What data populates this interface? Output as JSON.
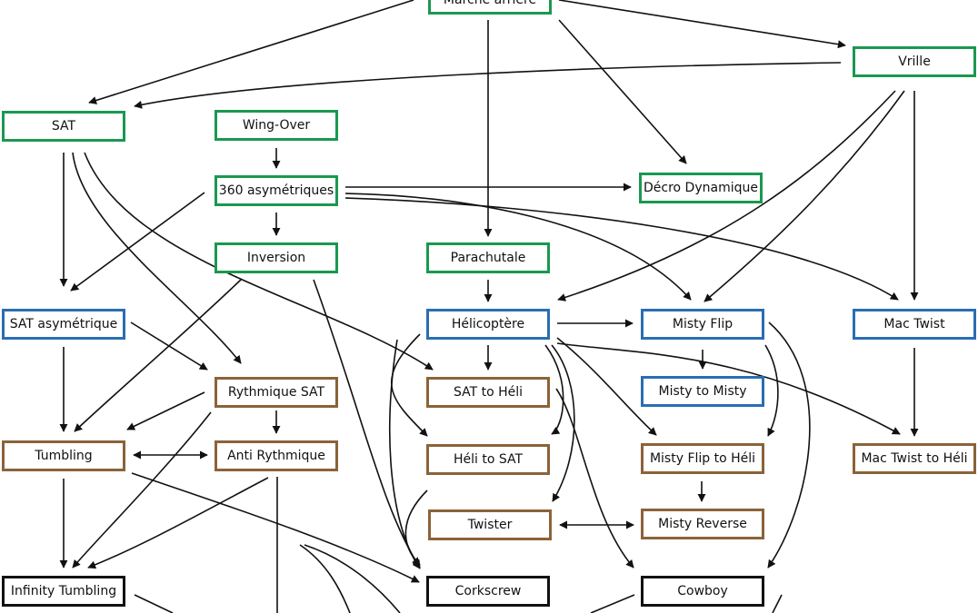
{
  "nodes": [
    {
      "id": "marche-arriere",
      "label": "Marche arrière",
      "color": "green"
    },
    {
      "id": "vrille",
      "label": "Vrille",
      "color": "green"
    },
    {
      "id": "sat",
      "label": "SAT",
      "color": "green"
    },
    {
      "id": "wing-over",
      "label": "Wing-Over",
      "color": "green"
    },
    {
      "id": "360-asym",
      "label": "360 asymétriques",
      "color": "green"
    },
    {
      "id": "decro-dynamique",
      "label": "Décro Dynamique",
      "color": "green"
    },
    {
      "id": "inversion",
      "label": "Inversion",
      "color": "green"
    },
    {
      "id": "parachutale",
      "label": "Parachutale",
      "color": "green"
    },
    {
      "id": "sat-asym",
      "label": "SAT asymétrique",
      "color": "blue"
    },
    {
      "id": "helicoptere",
      "label": "Hélicoptère",
      "color": "blue"
    },
    {
      "id": "misty-flip",
      "label": "Misty Flip",
      "color": "blue"
    },
    {
      "id": "mac-twist",
      "label": "Mac Twist",
      "color": "blue"
    },
    {
      "id": "misty-to-misty",
      "label": "Misty to Misty",
      "color": "blue"
    },
    {
      "id": "rythmique-sat",
      "label": "Rythmique SAT",
      "color": "brown"
    },
    {
      "id": "sat-to-heli",
      "label": "SAT to Héli",
      "color": "brown"
    },
    {
      "id": "tumbling",
      "label": "Tumbling",
      "color": "brown"
    },
    {
      "id": "anti-rythmique",
      "label": "Anti Rythmique",
      "color": "brown"
    },
    {
      "id": "heli-to-sat",
      "label": "Héli to SAT",
      "color": "brown"
    },
    {
      "id": "misty-flip-to-heli",
      "label": "Misty Flip to Héli",
      "color": "brown"
    },
    {
      "id": "mac-twist-to-heli",
      "label": "Mac Twist to Héli",
      "color": "brown"
    },
    {
      "id": "twister",
      "label": "Twister",
      "color": "brown"
    },
    {
      "id": "misty-reverse",
      "label": "Misty Reverse",
      "color": "brown"
    },
    {
      "id": "infinity-tumbling",
      "label": "Infinity Tumbling",
      "color": "black"
    },
    {
      "id": "corkscrew",
      "label": "Corkscrew",
      "color": "black"
    },
    {
      "id": "cowboy",
      "label": "Cowboy",
      "color": "black"
    }
  ],
  "edges": [
    {
      "from": "marche-arriere",
      "to": "sat"
    },
    {
      "from": "marche-arriere",
      "to": "vrille"
    },
    {
      "from": "marche-arriere",
      "to": "parachutale"
    },
    {
      "from": "marche-arriere",
      "to": "decro-dynamique"
    },
    {
      "from": "vrille",
      "to": "sat"
    },
    {
      "from": "vrille",
      "to": "helicoptere"
    },
    {
      "from": "vrille",
      "to": "misty-flip"
    },
    {
      "from": "vrille",
      "to": "mac-twist"
    },
    {
      "from": "wing-over",
      "to": "360-asym"
    },
    {
      "from": "360-asym",
      "to": "decro-dynamique"
    },
    {
      "from": "360-asym",
      "to": "inversion"
    },
    {
      "from": "360-asym",
      "to": "sat-asym"
    },
    {
      "from": "360-asym",
      "to": "misty-flip"
    },
    {
      "from": "360-asym",
      "to": "mac-twist"
    },
    {
      "from": "sat",
      "to": "sat-asym"
    },
    {
      "from": "sat",
      "to": "rythmique-sat"
    },
    {
      "from": "sat",
      "to": "sat-to-heli"
    },
    {
      "from": "parachutale",
      "to": "helicoptere"
    },
    {
      "from": "inversion",
      "to": "tumbling"
    },
    {
      "from": "inversion",
      "to": "corkscrew"
    },
    {
      "from": "sat-asym",
      "to": "rythmique-sat"
    },
    {
      "from": "sat-asym",
      "to": "tumbling"
    },
    {
      "from": "rythmique-sat",
      "to": "tumbling"
    },
    {
      "from": "rythmique-sat",
      "to": "anti-rythmique"
    },
    {
      "from": "rythmique-sat",
      "to": "infinity-tumbling"
    },
    {
      "from": "tumbling",
      "to": "anti-rythmique",
      "both": true
    },
    {
      "from": "tumbling",
      "to": "infinity-tumbling"
    },
    {
      "from": "tumbling",
      "to": "corkscrew"
    },
    {
      "from": "anti-rythmique",
      "to": "infinity-tumbling"
    },
    {
      "from": "helicoptere",
      "to": "sat-to-heli"
    },
    {
      "from": "helicoptere",
      "to": "misty-flip"
    },
    {
      "from": "helicoptere",
      "to": "heli-to-sat"
    },
    {
      "from": "helicoptere",
      "to": "twister"
    },
    {
      "from": "helicoptere",
      "to": "misty-flip-to-heli"
    },
    {
      "from": "helicoptere",
      "to": "mac-twist-to-heli"
    },
    {
      "from": "helicoptere",
      "to": "corkscrew"
    },
    {
      "from": "sat-to-heli",
      "to": "cowboy"
    },
    {
      "from": "misty-flip",
      "to": "misty-to-misty"
    },
    {
      "from": "misty-flip",
      "to": "misty-flip-to-heli"
    },
    {
      "from": "misty-flip",
      "to": "cowboy"
    },
    {
      "from": "mac-twist",
      "to": "mac-twist-to-heli"
    },
    {
      "from": "misty-flip-to-heli",
      "to": "misty-reverse"
    },
    {
      "from": "twister",
      "to": "misty-reverse",
      "both": true
    }
  ],
  "colors": {
    "green": "#1a9850",
    "blue": "#2a6db3",
    "brown": "#8c6239",
    "black": "#111111",
    "edge": "#111111"
  }
}
